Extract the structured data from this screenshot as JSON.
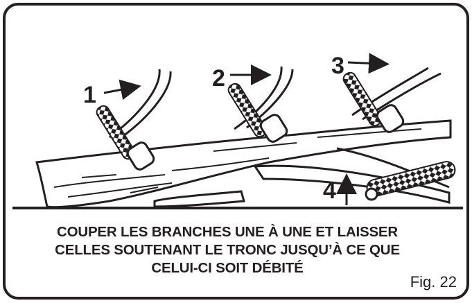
{
  "steps": [
    {
      "number": "1",
      "direction": "right-arrow"
    },
    {
      "number": "2",
      "direction": "right-arrow"
    },
    {
      "number": "3",
      "direction": "right-arrow"
    },
    {
      "number": "4",
      "direction": "up-arrow"
    }
  ],
  "caption": {
    "line1": "COUPER LES BRANCHES UNE À UNE ET LAISSER",
    "line2": "CELLES SOUTENANT LE TRONC JUSQU’À CE QUE",
    "line3": "CELUI-CI SOIT DÉBITÉ"
  },
  "figure_label": "Fig. 22",
  "colors": {
    "ink": "#231f20",
    "background": "#ffffff"
  }
}
